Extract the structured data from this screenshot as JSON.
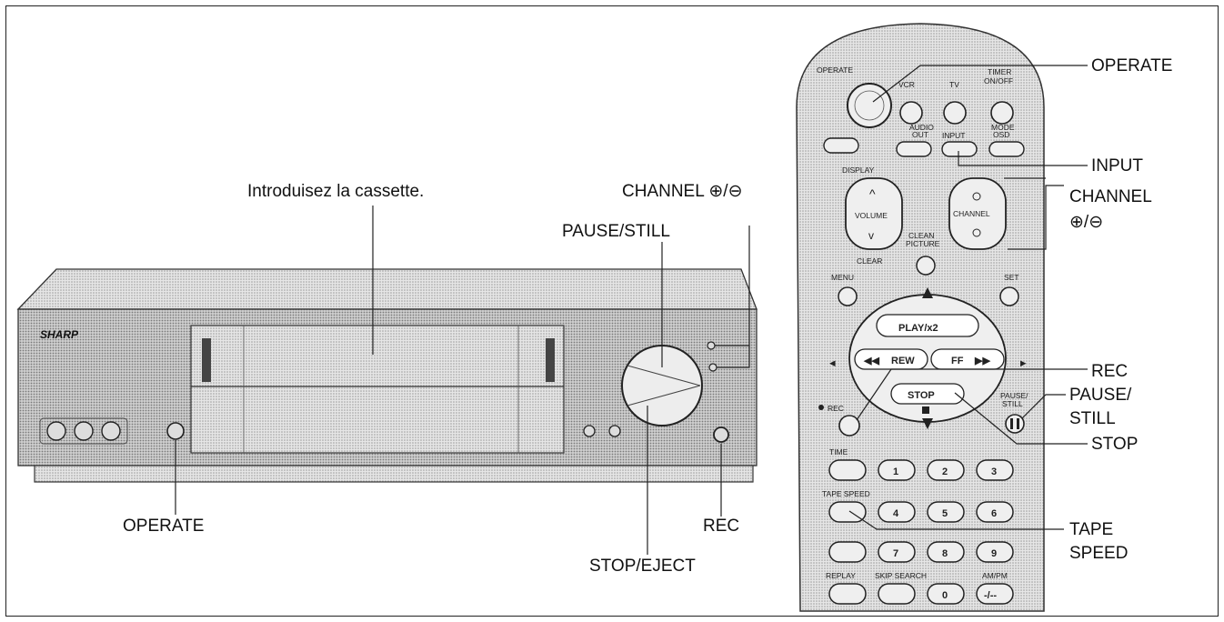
{
  "vcr": {
    "brand": "SHARP",
    "callouts": {
      "insert_cassette": "Introduisez la cassette.",
      "pause_still": "PAUSE/STILL",
      "channel": "CHANNEL ⊕/⊖",
      "operate": "OPERATE",
      "rec": "REC",
      "stop_eject": "STOP/EJECT"
    }
  },
  "remote": {
    "keys": {
      "operate": "OPERATE",
      "vcr": "VCR",
      "tv": "TV",
      "timer_line1": "TIMER",
      "timer_line2": "ON/OFF",
      "audio_line1": "AUDIO",
      "audio_line2": "OUT",
      "input": "INPUT",
      "mode_line1": "MODE",
      "mode_line2": "OSD",
      "display": "DISPLAY",
      "volume": "VOLUME",
      "channel": "CHANNEL",
      "clear": "CLEAR",
      "clean_line1": "CLEAN",
      "clean_line2": "PICTURE",
      "menu": "MENU",
      "set": "SET",
      "play": "PLAY/x2",
      "rew": "REW",
      "ff": "FF",
      "stop": "STOP",
      "rec": "REC",
      "pause_line1": "PAUSE/",
      "pause_line2": "STILL",
      "time": "TIME",
      "tape_speed": "TAPE SPEED",
      "replay": "REPLAY",
      "skip_search": "SKIP SEARCH",
      "ampm": "AM/PM",
      "n1": "1",
      "n2": "2",
      "n3": "3",
      "n4": "4",
      "n5": "5",
      "n6": "6",
      "n7": "7",
      "n8": "8",
      "n9": "9",
      "n0": "0",
      "dash": "-/--"
    },
    "callouts": {
      "operate": "OPERATE",
      "input": "INPUT",
      "channel_line1": "CHANNEL",
      "channel_line2": "⊕/⊖",
      "rec": "REC",
      "pause_line1": "PAUSE/",
      "pause_line2": "STILL",
      "stop": "STOP",
      "tape_speed_line1": "TAPE",
      "tape_speed_line2": "SPEED"
    }
  }
}
